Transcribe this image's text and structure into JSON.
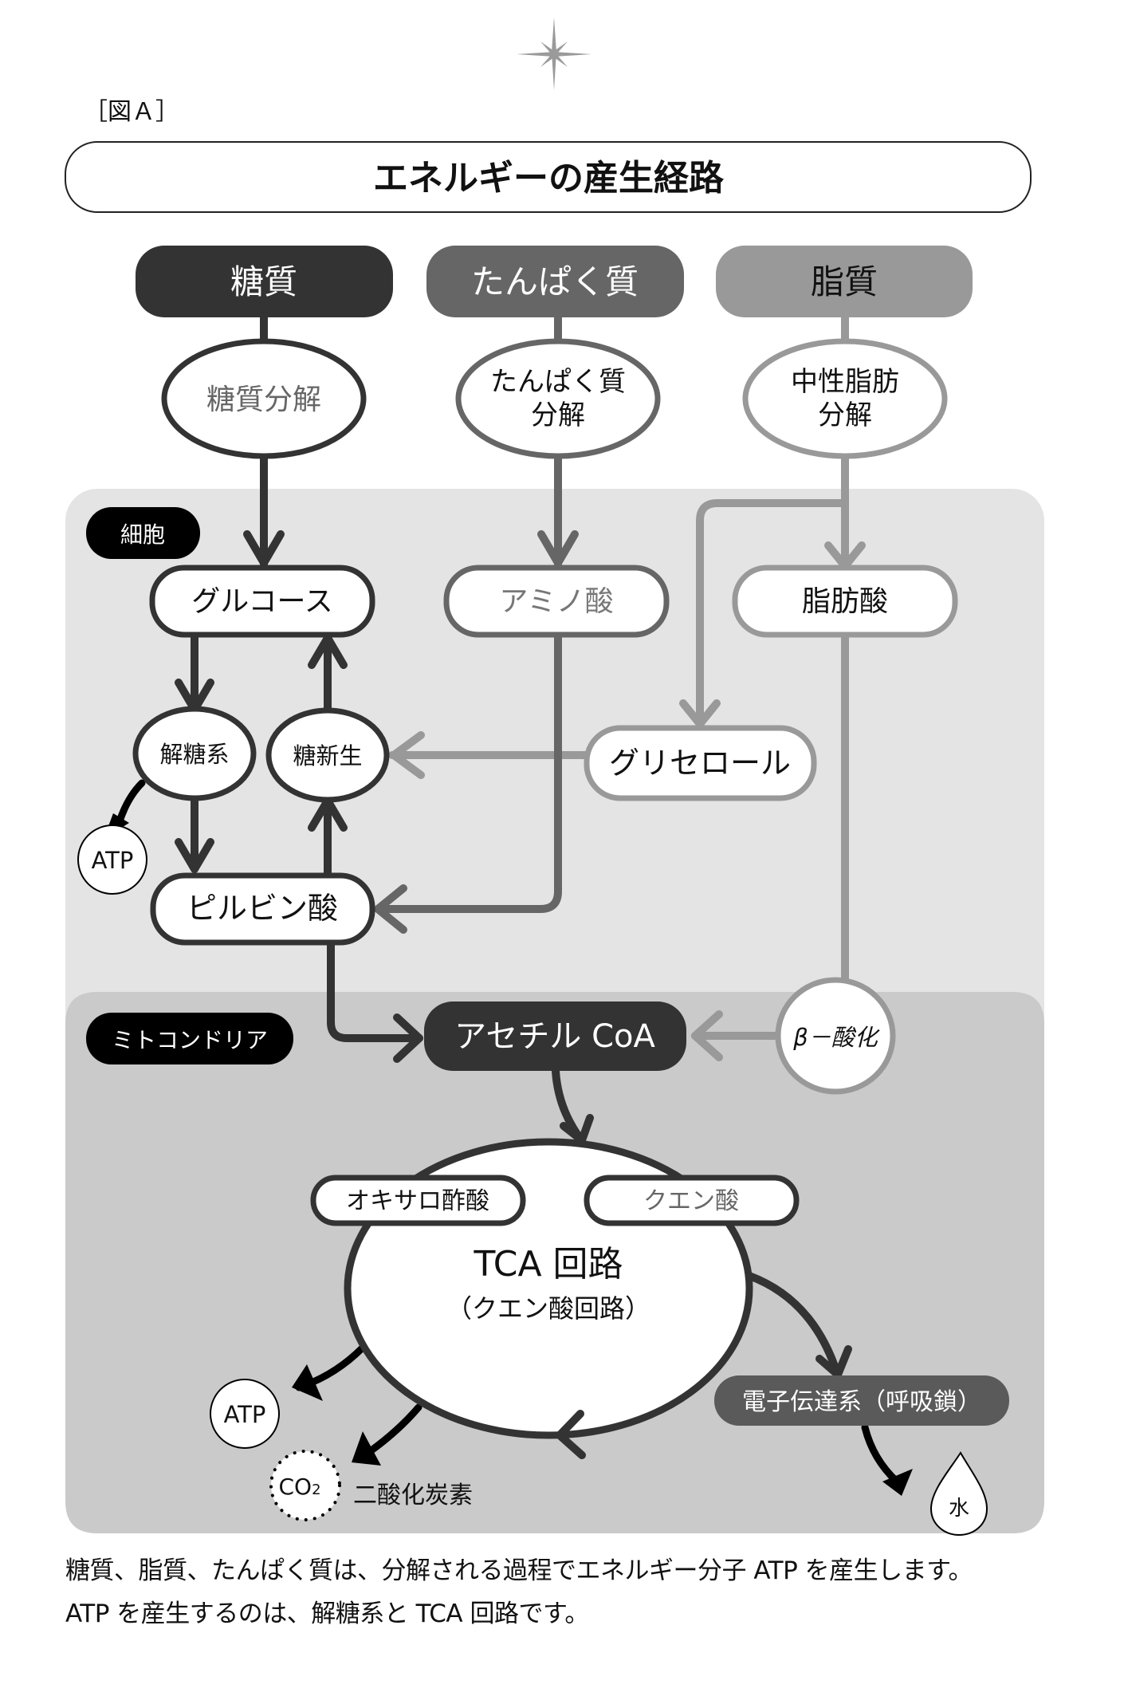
{
  "figure_label": "［図Ａ］",
  "title": "エネルギーの産生経路",
  "colors": {
    "carb": "#333333",
    "protein": "#666666",
    "lipid": "#999999",
    "cell_bg": "#e4e4e4",
    "mito_bg": "#cacaca",
    "etc_fill": "#5a5a5a"
  },
  "sources": [
    {
      "label": "糖質",
      "process": [
        "糖質分解"
      ]
    },
    {
      "label": "たんぱく質",
      "process": [
        "たんぱく質",
        "分解"
      ]
    },
    {
      "label": "脂質",
      "process": [
        "中性脂肪",
        "分解"
      ]
    }
  ],
  "regions": {
    "cell": "細胞",
    "mitochondria": "ミトコンドリア"
  },
  "nodes": {
    "glucose": "グルコース",
    "amino_acid": "アミノ酸",
    "fatty_acid": "脂肪酸",
    "glycolysis": "解糖系",
    "gluconeogenesis": "糖新生",
    "glycerol": "グリセロール",
    "atp_glycolysis": "ATP",
    "pyruvate": "ピルビン酸",
    "acetyl_coa": "アセチル CoA",
    "beta_oxidation": "β－酸化",
    "oxaloacetate": "オキサロ酢酸",
    "citrate": "クエン酸",
    "tca_title": "TCA 回路",
    "tca_subtitle": "（クエン酸回路）",
    "etc": "電子伝達系（呼吸鎖）",
    "atp_tca": "ATP",
    "co2": "CO",
    "co2_sub": "2",
    "co2_label": "二酸化炭素",
    "water": "水"
  },
  "caption": [
    "糖質、脂質、たんぱく質は、分解される過程でエネルギー分子 ATP を産生します。",
    "ATP を産生するのは、解糖系と TCA 回路です。"
  ]
}
